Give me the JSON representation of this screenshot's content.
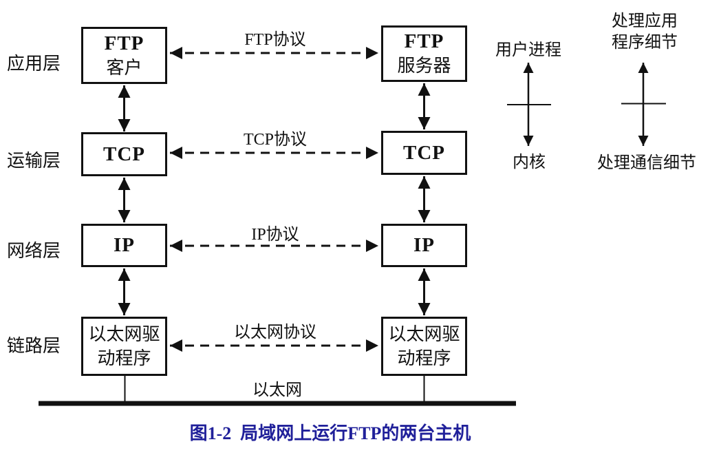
{
  "colors": {
    "ink": "#111111",
    "caption_blue": "#20209a",
    "background": "#ffffff"
  },
  "layers": {
    "application": "应用层",
    "transport": "运输层",
    "network": "网络层",
    "link": "链路层"
  },
  "left_host": {
    "app_line1": "FTP",
    "app_line2": "客户",
    "tcp": "TCP",
    "ip": "IP",
    "driver_line1": "以太网驱",
    "driver_line2": "动程序"
  },
  "right_host": {
    "app_line1": "FTP",
    "app_line2": "服务器",
    "tcp": "TCP",
    "ip": "IP",
    "driver_line1": "以太网驱",
    "driver_line2": "动程序"
  },
  "protocols": {
    "ftp": "FTP协议",
    "tcp": "TCP协议",
    "ip": "IP协议",
    "ethernet": "以太网协议"
  },
  "network_medium": {
    "ethernet": "以太网"
  },
  "annotations": {
    "user_process": "用户进程",
    "kernel": "内核",
    "app_detail_line1": "处理应用",
    "app_detail_line2": "程序细节",
    "comm_detail": "处理通信细节"
  },
  "caption": "图1-2  局域网上运行FTP的两台主机"
}
